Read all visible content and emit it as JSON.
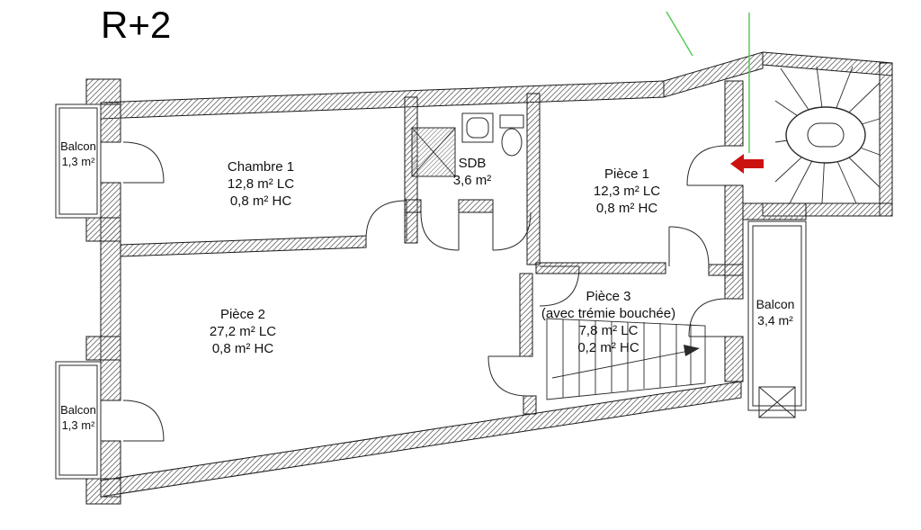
{
  "title": "R+2",
  "rooms": {
    "chambre1": {
      "name": "Chambre 1",
      "area_lc": "12,8 m² LC",
      "area_hc": "0,8 m² HC"
    },
    "sdb": {
      "name": "SDB",
      "area": "3,6 m²"
    },
    "piece1": {
      "name": "Pièce 1",
      "area_lc": "12,3 m² LC",
      "area_hc": "0,8 m² HC"
    },
    "piece2": {
      "name": "Pièce 2",
      "area_lc": "27,2 m² LC",
      "area_hc": "0,8 m² HC"
    },
    "piece3": {
      "name": "Pièce 3",
      "note": "(avec trémie bouchée)",
      "area_lc": "7,8 m² LC",
      "area_hc": "0,2 m² HC"
    },
    "balcon_top_left": {
      "name": "Balcon",
      "area": "1,3 m²"
    },
    "balcon_bottom_left": {
      "name": "Balcon",
      "area": "1,3 m²"
    },
    "balcon_right": {
      "name": "Balcon",
      "area": "3,4 m²"
    }
  },
  "colors": {
    "outline": "#1a1a1a",
    "arrow_red": "#cc1111",
    "guide_green": "#55cc55"
  }
}
